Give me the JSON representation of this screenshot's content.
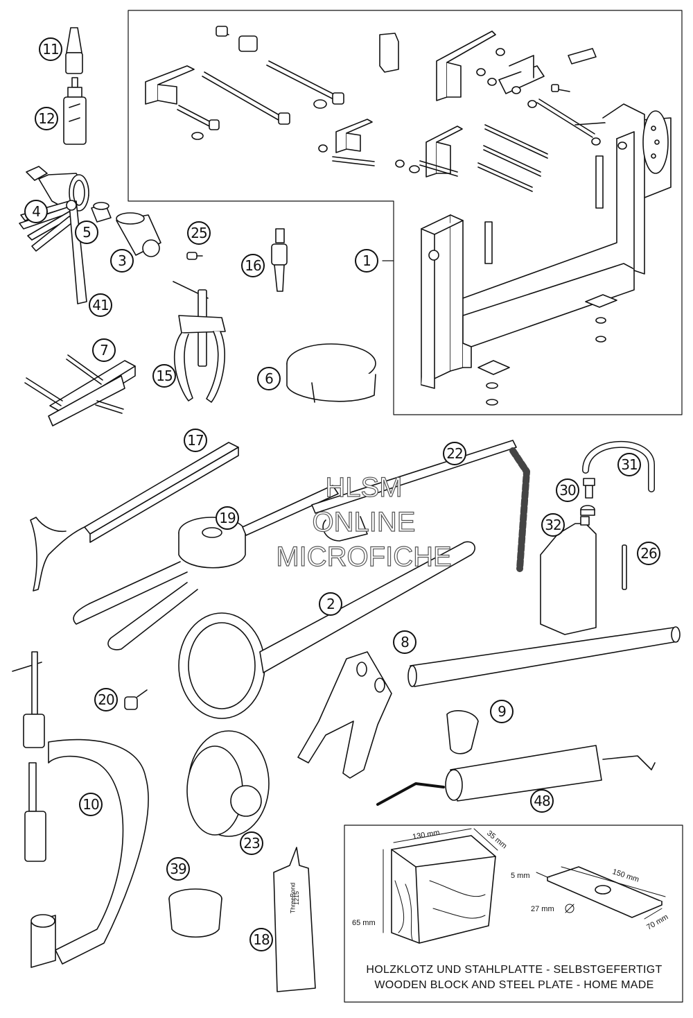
{
  "watermark": {
    "line1": "HLSM",
    "line2": "ONLINE",
    "line3": "MICROFICHE"
  },
  "callouts": {
    "c1": "1",
    "c2": "2",
    "c3": "3",
    "c4": "4",
    "c5": "5",
    "c6": "6",
    "c7": "7",
    "c8": "8",
    "c9": "9",
    "c10": "10",
    "c11": "11",
    "c12": "12",
    "c15": "15",
    "c16": "16",
    "c17": "17",
    "c18": "18",
    "c19": "19",
    "c20": "20",
    "c22": "22",
    "c23": "23",
    "c25": "25",
    "c26": "26",
    "c30": "30",
    "c31": "31",
    "c32": "32",
    "c39": "39",
    "c41": "41",
    "c48": "48"
  },
  "inset": {
    "dims": {
      "d130": "130 mm",
      "d35": "35 mm",
      "d65": "65 mm",
      "d5": "5 mm",
      "d150": "150 mm",
      "d27": "27 mm",
      "d70": "70 mm"
    },
    "caption_de": "HOLZKLOTZ UND STAHLPLATTE - SELBSTGEFERTIGT",
    "caption_en": "WOODEN BLOCK AND STEEL PLATE - HOME MADE"
  },
  "tube_label": {
    "brand": "ThreeBond",
    "code": "1215"
  }
}
